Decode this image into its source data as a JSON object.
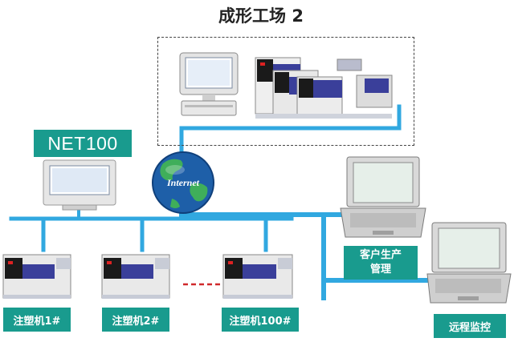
{
  "title": "成形工场 2",
  "net_label": "NET100",
  "internet_label": "Internet",
  "machines": [
    {
      "label": "注塑机1#"
    },
    {
      "label": "注塑机2#"
    },
    {
      "label": "注塑机100#"
    }
  ],
  "customer_label": "客户生产\n管理",
  "remote_label": "远程监控",
  "colors": {
    "line_blue": "#31a8e0",
    "label_green": "#199b8e",
    "globe_blue": "#1e5fa8",
    "machine_blue": "#3a3f9a",
    "dash_red": "#d0292b"
  }
}
